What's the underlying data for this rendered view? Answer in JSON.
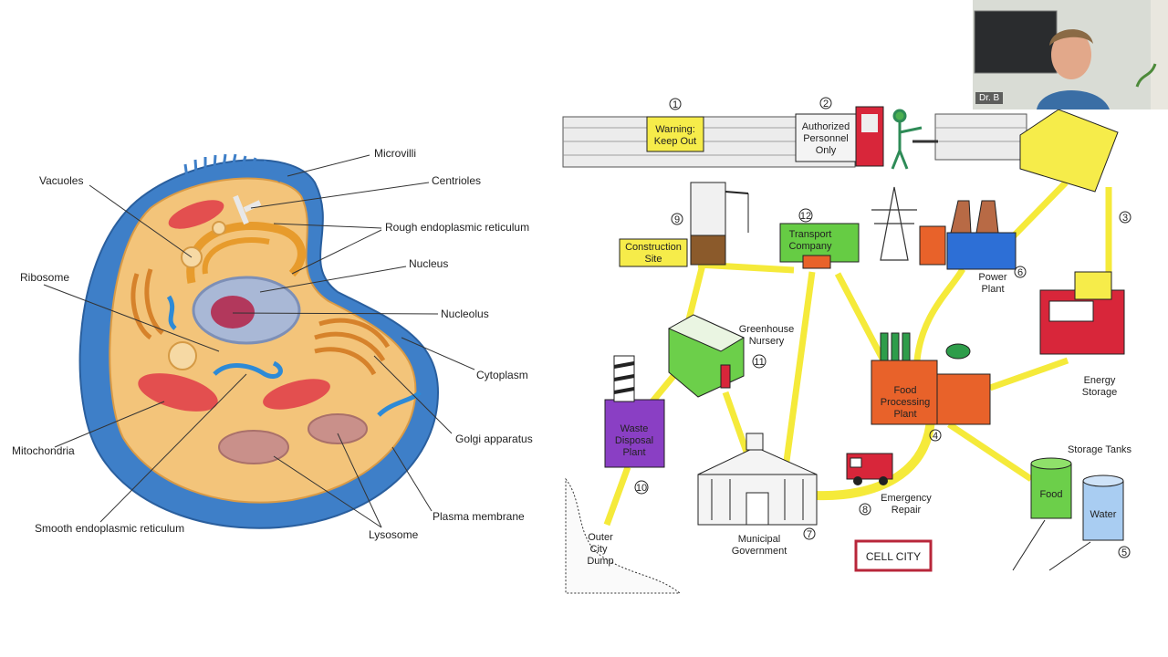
{
  "cell_diagram": {
    "labels": {
      "microvilli": "Microvilli",
      "vacuoles": "Vacuoles",
      "centrioles": "Centrioles",
      "rough_er": "Rough endoplasmic reticulum",
      "ribosome": "Ribosome",
      "nucleus": "Nucleus",
      "nucleolus": "Nucleolus",
      "cytoplasm": "Cytoplasm",
      "mitochondria": "Mitochondria",
      "golgi": "Golgi apparatus",
      "smooth_er": "Smooth endoplasmic reticulum",
      "plasma_membrane": "Plasma membrane",
      "lysosome": "Lysosome"
    }
  },
  "cell_city": {
    "title": "CELL CITY",
    "signs": {
      "warning_line1": "Warning:",
      "warning_line2": "Keep Out",
      "authorized_line1": "Authorized",
      "authorized_line2": "Personnel",
      "authorized_line3": "Only",
      "construction_line1": "Construction",
      "construction_line2": "Site",
      "transport_line1": "Transport",
      "transport_line2": "Company"
    },
    "labels": {
      "greenhouse_line1": "Greenhouse",
      "greenhouse_line2": "Nursery",
      "power_line1": "Power",
      "power_line2": "Plant",
      "energy_line1": "Energy",
      "energy_line2": "Storage",
      "food_line1": "Food",
      "food_line2": "Processing",
      "food_line3": "Plant",
      "waste_line1": "Waste",
      "waste_line2": "Disposal",
      "waste_line3": "Plant",
      "storage_tanks": "Storage Tanks",
      "tank_food": "Food",
      "tank_water": "Water",
      "emergency_line1": "Emergency",
      "emergency_line2": "Repair",
      "municipal_line1": "Municipal",
      "municipal_line2": "Government",
      "dump_line1": "Outer",
      "dump_line2": "City",
      "dump_line3": "Dump"
    },
    "numbers": {
      "n1": "1",
      "n2": "2",
      "n3": "3",
      "n4": "4",
      "n5": "5",
      "n6": "6",
      "n7": "7",
      "n8": "8",
      "n9": "9",
      "n10": "10",
      "n11": "11",
      "n12": "12"
    }
  },
  "video": {
    "participant_name": "Dr. B"
  },
  "colors": {
    "road": "#f5ea3a",
    "sign_yellow": "#f6ec4a",
    "transport_green": "#66cc44",
    "energy_red": "#d8263a",
    "food_orange": "#e8622a",
    "waste_purple": "#8a3fc4",
    "power_blue": "#2d6fd6",
    "cell_blue": "#3e7fc8"
  }
}
